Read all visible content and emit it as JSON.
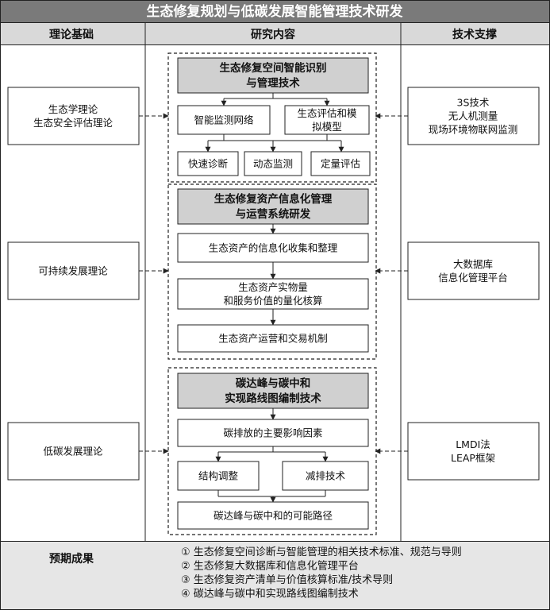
{
  "title": "生态修复规划与低碳发展智能管理技术研发",
  "columns": {
    "theory": "理论基础",
    "research": "研究内容",
    "tech": "技术支撑"
  },
  "theory_boxes": [
    [
      "生态学理论",
      "生态安全评估理论"
    ],
    [
      "可持续发展理论"
    ],
    [
      "低碳发展理论"
    ]
  ],
  "tech_boxes": [
    [
      "3S技术",
      "无人机测量",
      "现场环境物联网监测"
    ],
    [
      "大数据库",
      "信息化管理平台"
    ],
    [
      "LMDI法",
      "LEAP框架"
    ]
  ],
  "groups": [
    {
      "title": [
        "生态修复空间智能识别",
        "与管理技术"
      ],
      "row1": [
        [
          "智能监测网络"
        ],
        [
          "生态评估和模",
          "拟模型"
        ]
      ],
      "row2": [
        "快速诊断",
        "动态监测",
        "定量评估"
      ]
    },
    {
      "title": [
        "生态修复资产信息化管理",
        "与运营系统研发"
      ],
      "steps": [
        [
          "生态资产的信息化收集和整理"
        ],
        [
          "生态资产实物量",
          "和服务价值的量化核算"
        ],
        [
          "生态资产运营和交易机制"
        ]
      ]
    },
    {
      "title": [
        "碳达峰与碳中和",
        "实现路线图编制技术"
      ],
      "step1": "碳排放的主要影响因素",
      "pair": [
        "结构调整",
        "减排技术"
      ],
      "final": "碳达峰与碳中和的可能路径"
    }
  ],
  "outcomes": {
    "label": "预期成果",
    "items": [
      "① 生态修复空间诊断与智能管理的相关技术标准、规范与导则",
      "② 生态修复大数据库和信息化管理平台",
      "③ 生态修复资产清单与价值核算标准/技术导则",
      "④ 碳达峰与碳中和实现路线图编制技术"
    ]
  },
  "colors": {
    "title_bg": "#7a7a7a",
    "header_bg": "#d9d9d9",
    "node_title_bg": "#d0d0d0",
    "outcome_bg": "#e6e6e6",
    "line": "#222222"
  }
}
